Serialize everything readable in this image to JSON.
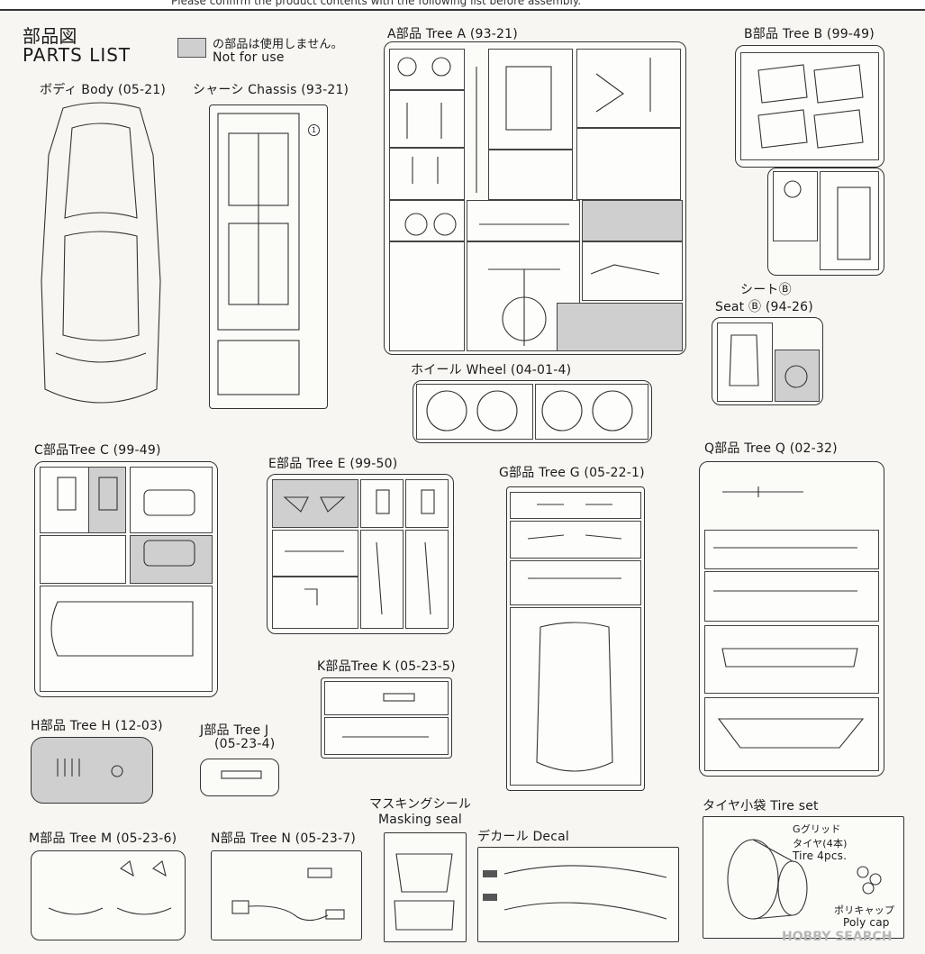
{
  "header": {
    "notice": "Please confirm the product contents with the following list before assembly."
  },
  "title": {
    "ja": "部品図",
    "en": "PARTS LIST"
  },
  "legend": {
    "ja": "の部品は使用しません。",
    "en": "Not for use"
  },
  "sections": {
    "body": "ボディ Body (05-21)",
    "chassis": "シャーシ Chassis (93-21)",
    "treeA": "A部品 Tree A (93-21)",
    "treeB": "B部品 Tree B (99-49)",
    "seat_ja": "シートⒷ",
    "seat_en": "Seat Ⓑ (94-26)",
    "wheel": "ホイール Wheel (04-01-4)",
    "treeC": "C部品Tree C (99-49)",
    "treeE": "E部品 Tree E (99-50)",
    "treeG": "G部品 Tree G (05-22-1)",
    "treeQ": "Q部品 Tree Q (02-32)",
    "treeK": "K部品Tree K (05-23-5)",
    "treeH": "H部品 Tree H (12-03)",
    "treeJ1": "J部品 Tree J",
    "treeJ2": "(05-23-4)",
    "masking_ja": "マスキングシール",
    "masking_en": "Masking seal",
    "decal": "デカール Decal",
    "tireset": "タイヤ小袋 Tire set",
    "treeM": "M部品 Tree M (05-23-6)",
    "treeN": "N部品 Tree N (05-23-7)"
  },
  "tire": {
    "l1": "Gグリッド",
    "l2": "タイヤ(4本)",
    "l3": "Tire 4pcs.",
    "l4": "ポリキャップ",
    "l5": "Poly cap"
  },
  "watermark": "HOBBY SEARCH"
}
